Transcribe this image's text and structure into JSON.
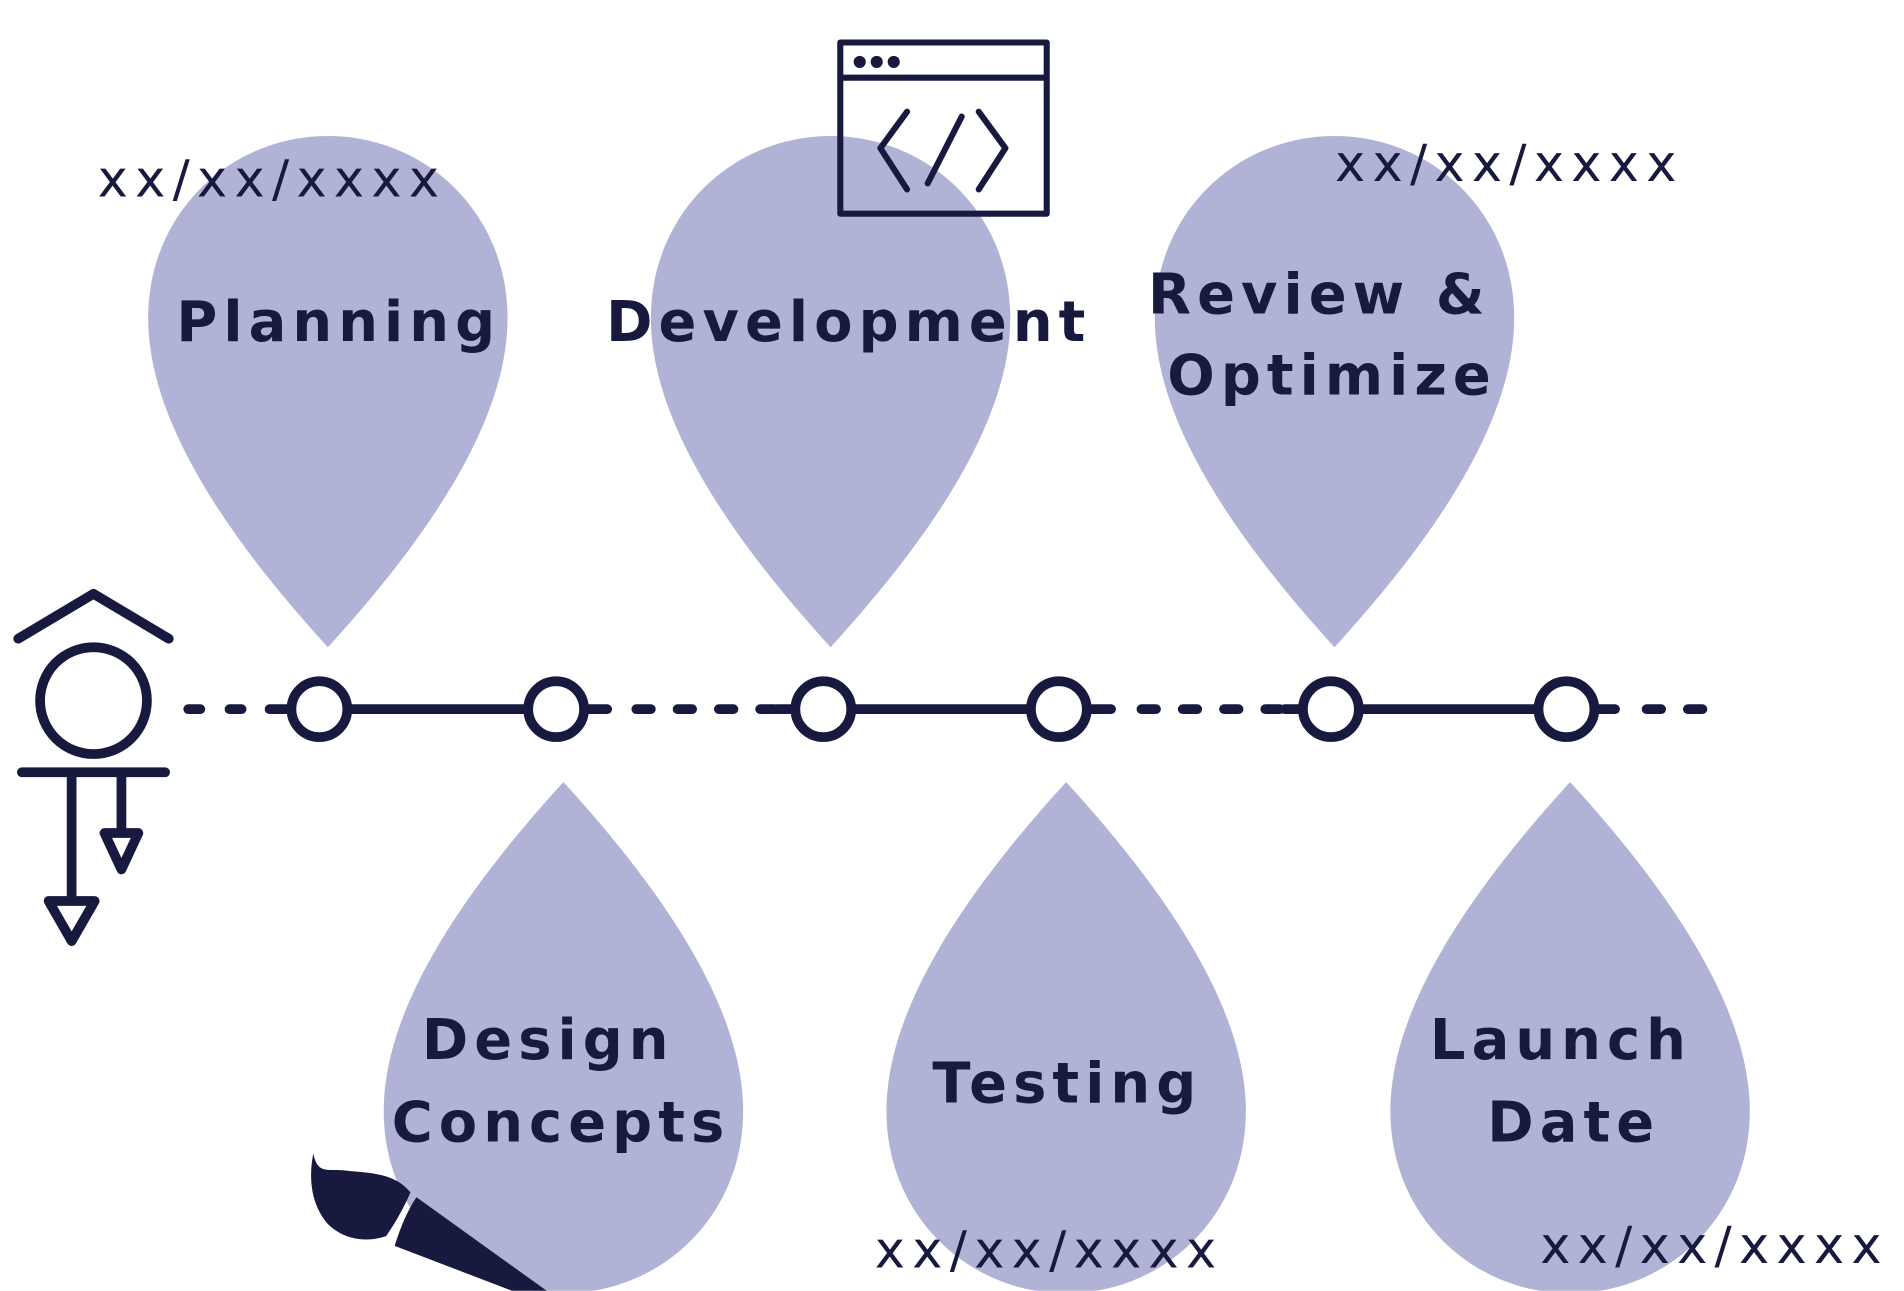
{
  "colors": {
    "drop_fill": "#b0b3d6",
    "ink": "#17193f",
    "background": "#ffffff"
  },
  "icons": [
    "home-person-icon",
    "code-window-icon",
    "paintbrush-icon"
  ],
  "milestones": [
    {
      "label": "Planning",
      "date": "xx/xx/xxxx"
    },
    {
      "label": "Design Concepts",
      "date": ""
    },
    {
      "label": "Development",
      "date": ""
    },
    {
      "label": "Testing",
      "date": "xx/xx/xxxx"
    },
    {
      "label": "Review & Optimize",
      "date": "xx/xx/xxxx"
    },
    {
      "label": "Launch Date",
      "date": "xx/xx/xxxx"
    }
  ]
}
